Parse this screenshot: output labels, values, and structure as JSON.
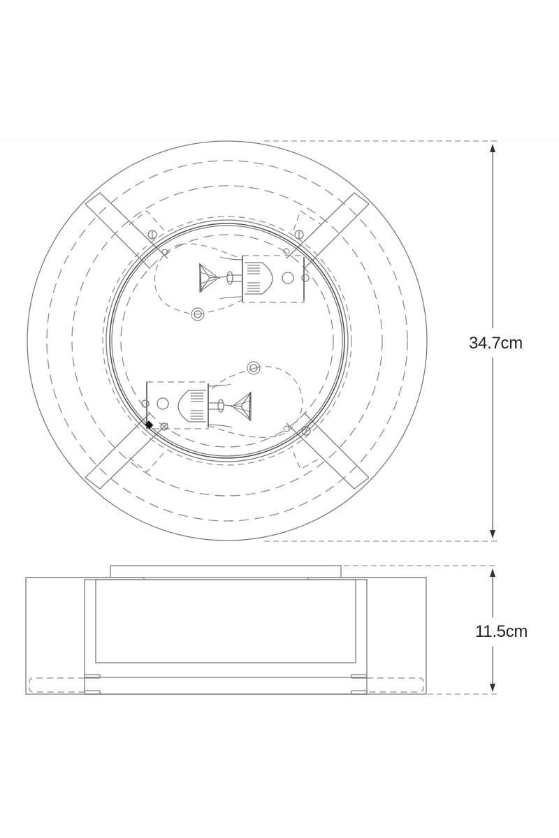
{
  "drawing": {
    "subject": "Flush-mount ceiling light technical drawing",
    "views": [
      {
        "name": "top-view",
        "description": "Circular fixture seen from below with two lamp sockets"
      },
      {
        "name": "side-view",
        "description": "Rectangular profile of fixture"
      }
    ],
    "dimensions": {
      "diameter": {
        "label": "34.7cm",
        "value": 34.7,
        "unit": "cm"
      },
      "height": {
        "label": "11.5cm",
        "value": 11.5,
        "unit": "cm"
      }
    },
    "colors": {
      "line": "#7a7a7a",
      "dimension_line": "#444444",
      "text": "#222222",
      "background": "#ffffff"
    }
  }
}
